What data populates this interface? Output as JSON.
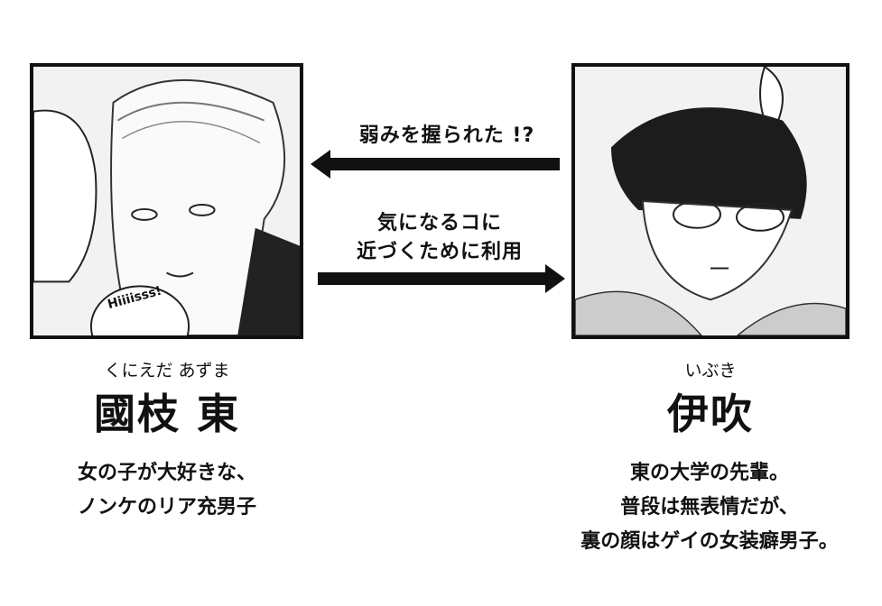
{
  "characters": {
    "left": {
      "ruby": "くにえだ あずま",
      "name": "國枝 東",
      "description": [
        "女の子が大好きな、",
        "ノンケのリア充男子"
      ],
      "illustration_text": "Hiiiisss!"
    },
    "right": {
      "ruby": "いぶき",
      "name": "伊吹",
      "description": [
        "東の大学の先輩。",
        "普段は無表情だが、",
        "裏の顔はゲイの女装癖男子。"
      ]
    }
  },
  "relations": {
    "right_to_left": "弱みを握られた !?",
    "left_to_right": [
      "気になるコに",
      "近づくために利用"
    ]
  }
}
